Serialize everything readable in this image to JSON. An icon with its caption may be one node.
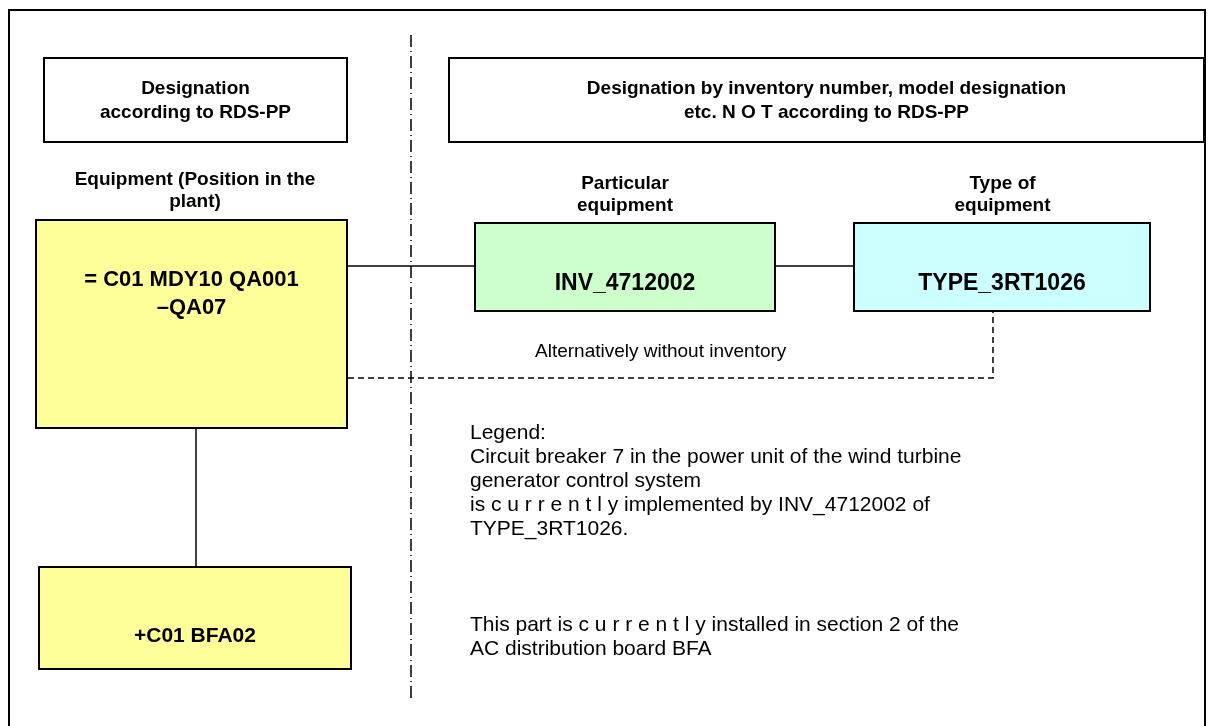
{
  "diagram": {
    "nodes": [
      {
        "text": [
          "Designation according to RDS-PP"
        ]
      },
      {
        "text": [
          "Designation by inventory number, model designation etc. N O T according to RDS-PP"
        ]
      },
      {
        "text": [
          "= C01 MDY10 QA001 –QA07"
        ],
        "beside": [
          "Equipment (Position in the plant)"
        ]
      },
      {
        "text": [
          "INV_4712002"
        ],
        "beside": [
          "Particular equipment"
        ]
      },
      {
        "text": [
          "TYPE_3RT1026"
        ],
        "beside": [
          "Type of equipment"
        ]
      },
      {
        "text": [
          "+C01 BFA02"
        ]
      }
    ],
    "edges": [
      {
        "from": 2,
        "to": 3,
        "arrow": "none"
      },
      {
        "from": 3,
        "to": 4,
        "arrow": "none"
      },
      {
        "from": 2,
        "to": 4,
        "arrow": "none",
        "style": "dashed",
        "label": "Alternatively without inventory"
      },
      {
        "from": 2,
        "to": 5,
        "arrow": "none"
      }
    ],
    "labels": [
      "Legend:",
      "Circuit breaker 7 in the power unit of the wind turbine generator control system",
      "is c u r r e n t l y implemented by INV_4712002 of TYPE_3RT1026.",
      "This part is c u r r e n t l y installed in section 2 of the AC distribution board BFA"
    ]
  }
}
